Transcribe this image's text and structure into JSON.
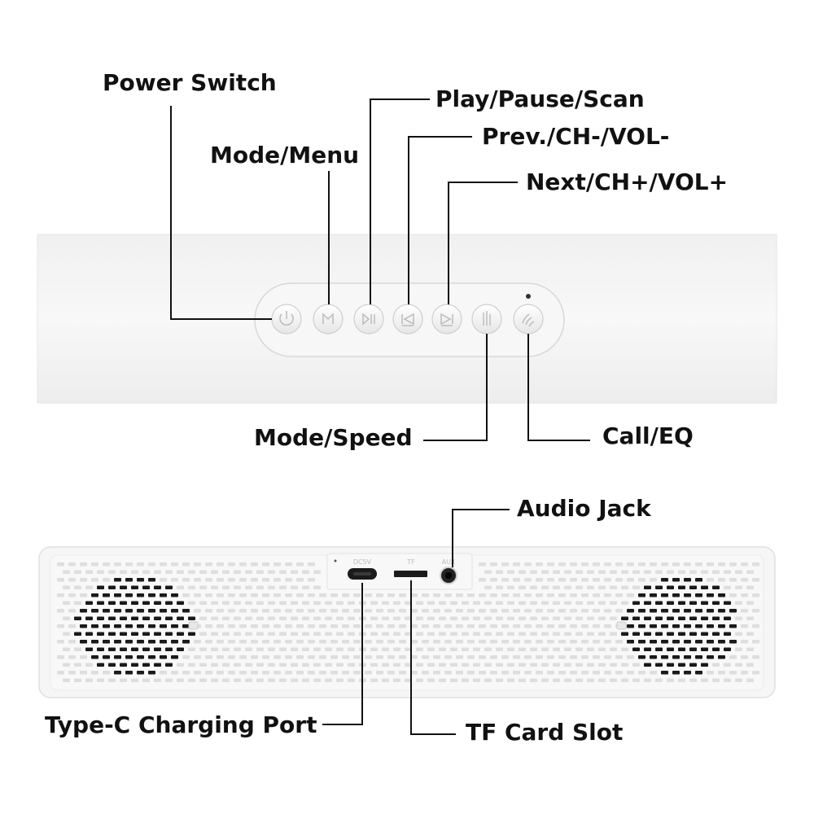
{
  "labels": {
    "power_switch": "Power Switch",
    "play_pause_scan": "Play/Pause/Scan",
    "mode_menu": "Mode/Menu",
    "prev_ch_vol": "Prev./CH-/VOL-",
    "next_ch_vol": "Next/CH+/VOL+",
    "mode_speed": "Mode/Speed",
    "call_eq": "Call/EQ",
    "audio_jack": "Audio Jack",
    "type_c_port": "Type-C Charging Port",
    "tf_card_slot": "TF Card Slot"
  },
  "port_markings": {
    "dc5v": "DC5V",
    "tf": "TF",
    "aux": "AUX"
  },
  "colors": {
    "line": "#111111",
    "body": "#f4f4f4",
    "grille_hole": "#1a1a1a",
    "vent_hole": "#dedede"
  },
  "icons": [
    "power-icon",
    "mode-icon",
    "play-pause-icon",
    "prev-icon",
    "next-icon",
    "speed-icon",
    "call-icon"
  ]
}
